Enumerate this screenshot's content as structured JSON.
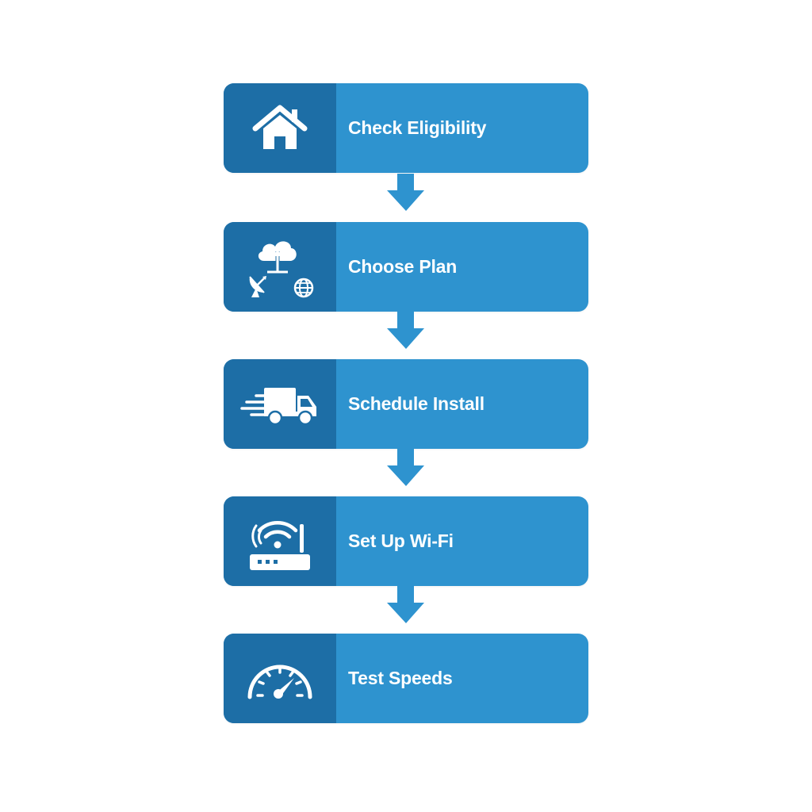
{
  "diagram": {
    "type": "vertical-process-flow",
    "colors": {
      "icon_panel": "#1d6ea6",
      "label_panel": "#2e93cf",
      "arrow": "#2e93cf",
      "text": "#ffffff",
      "background": "#ffffff"
    },
    "steps": [
      {
        "label": "Check Eligibility",
        "icon": "house-icon"
      },
      {
        "label": "Choose Plan",
        "icon": "cloud-satellite-globe-icon"
      },
      {
        "label": "Schedule Install",
        "icon": "delivery-truck-icon"
      },
      {
        "label": "Set Up Wi-Fi",
        "icon": "wifi-router-icon"
      },
      {
        "label": "Test Speeds",
        "icon": "speedometer-icon"
      }
    ],
    "connectors": [
      {
        "from": 0,
        "to": 1,
        "type": "down-arrow"
      },
      {
        "from": 1,
        "to": 2,
        "type": "down-arrow"
      },
      {
        "from": 2,
        "to": 3,
        "type": "down-arrow"
      },
      {
        "from": 3,
        "to": 4,
        "type": "down-arrow"
      }
    ]
  }
}
